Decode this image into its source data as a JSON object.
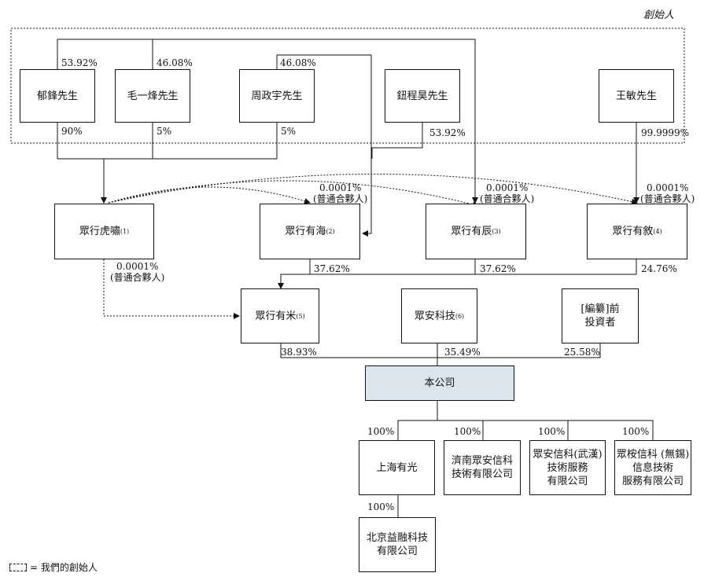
{
  "header": {
    "founders_group_label": "創始人"
  },
  "founders": {
    "yu": "郁鋒先生",
    "mao": "毛一烽先生",
    "zhou": "周政宇先生",
    "niu": "鈕程昊先生",
    "wang": "王敏先生"
  },
  "partnerships": {
    "huxiao": {
      "name": "眾行虎嘯",
      "note": "(1)"
    },
    "youhai": {
      "name": "眾行有海",
      "note": "(2)"
    },
    "youchen": {
      "name": "眾行有辰",
      "note": "(3)"
    },
    "youxu": {
      "name": "眾行有敘",
      "note": "(4)"
    },
    "youmi": {
      "name": "眾行有米",
      "note": "(5)"
    }
  },
  "entities": {
    "zhongan": {
      "name": "眾安科技",
      "note": "(6)"
    },
    "investors": "[編纂]前\n投資者",
    "company": "本公司"
  },
  "subsidiaries": {
    "shanghai": "上海有光",
    "jinan": "濟南眾安信科\n技術有限公司",
    "wuhan": "眾安信科(武漢)\n技術服務\n有限公司",
    "wuxi": "眾桉信科 (無錫)\n信息技術\n服務有限公司",
    "beijing": "北京益融科技\n有限公司"
  },
  "percentages": {
    "yu_top": "53.92%",
    "mao_top": "46.08%",
    "zhou_top": "46.08%",
    "yu_bottom": "90%",
    "mao_bottom": "5%",
    "zhou_bottom": "5%",
    "niu_bottom": "53.92%",
    "wang_bottom": "99.9999%",
    "gp_haizhi": "0.0001%\n(普通合夥人)",
    "gp_youchen": "0.0001%\n(普通合夥人)",
    "gp_youxu": "0.0001%\n(普通合夥人)",
    "gp_youmi": "0.0001%\n(普通合夥人)",
    "youhai_to_youmi": "37.62%",
    "youchen_to_youmi": "37.62%",
    "youxu_to_youmi": "24.76%",
    "youmi_to_company": "38.93%",
    "zhongan_to_company": "35.49%",
    "investors_to_company": "25.58%",
    "sub_shanghai": "100%",
    "sub_jinan": "100%",
    "sub_wuhan": "100%",
    "sub_wuxi": "100%",
    "sub_beijing": "100%"
  },
  "legend": {
    "label": "= 我們的創始人"
  }
}
